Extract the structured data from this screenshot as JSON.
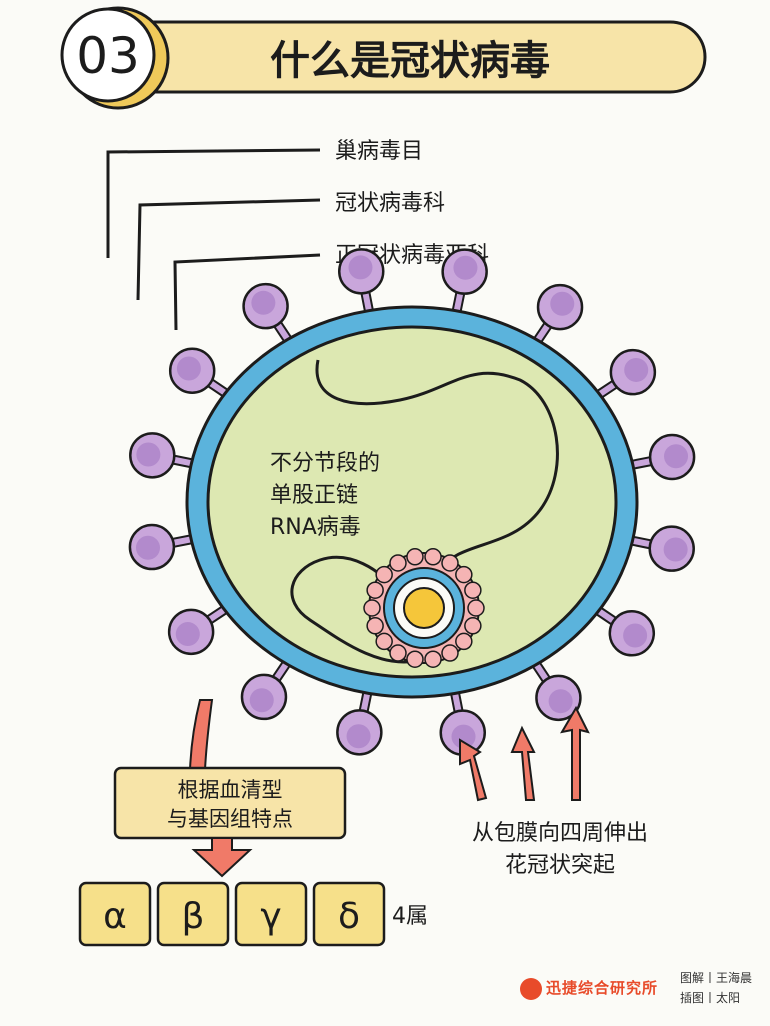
{
  "header": {
    "number": "03",
    "title": "什么是冠状病毒"
  },
  "taxonomy": {
    "order": "巢病毒目",
    "family": "冠状病毒科",
    "subfamily": "正冠状病毒亚科"
  },
  "virus": {
    "genome_line1": "不分节段的",
    "genome_line2": "单股正链",
    "genome_line3": "RNA病毒"
  },
  "classification": {
    "box_line1": "根据血清型",
    "box_line2": "与基因组特点",
    "genera": [
      "α",
      "β",
      "γ",
      "δ"
    ],
    "genera_count": "4属"
  },
  "spikes": {
    "line1": "从包膜向四周伸出",
    "line2": "花冠状突起"
  },
  "credits": {
    "brand": "迅捷综合研究所",
    "diagram": "图解丨王海晨",
    "illustration": "插图丨太阳"
  },
  "colors": {
    "banner": "#f7e4a8",
    "banner_shadow": "#efc95a",
    "membrane": "#5bb3dc",
    "cytoplasm": "#dde8b2",
    "spike": "#c9a6db",
    "spike_dark": "#9f73bf",
    "arrow": "#f07a68",
    "genus_box": "#f6e08a",
    "nucleus_core": "#f5c63a"
  }
}
